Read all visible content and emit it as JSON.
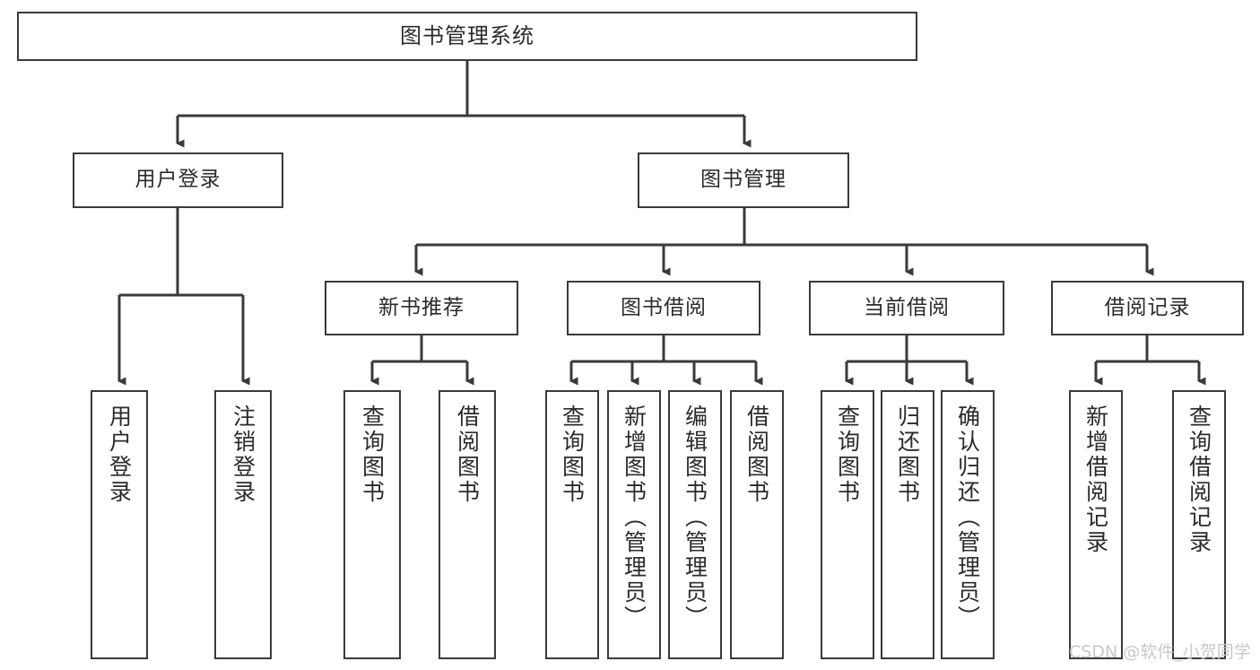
{
  "diagram": {
    "title": "图书管理系统",
    "type": "tree",
    "root": {
      "id": "root",
      "label": "图书管理系统"
    },
    "level1": [
      {
        "id": "user-login",
        "label": "用户登录"
      },
      {
        "id": "book-management",
        "label": "图书管理"
      }
    ],
    "level2": [
      {
        "id": "new-book-recommend",
        "label": "新书推荐",
        "parent": "book-management"
      },
      {
        "id": "book-borrow",
        "label": "图书借阅",
        "parent": "book-management"
      },
      {
        "id": "current-borrow",
        "label": "当前借阅",
        "parent": "book-management"
      },
      {
        "id": "borrow-record",
        "label": "借阅记录",
        "parent": "book-management"
      }
    ],
    "leaves": {
      "user_login": [
        {
          "id": "leaf-user-login",
          "label": "用户登录"
        },
        {
          "id": "leaf-logout",
          "label": "注销登录"
        }
      ],
      "new_book_recommend": [
        {
          "id": "leaf-query-book-1",
          "label": "查询图书"
        },
        {
          "id": "leaf-borrow-book-1",
          "label": "借阅图书"
        }
      ],
      "book_borrow": [
        {
          "id": "leaf-query-book-2",
          "label": "查询图书"
        },
        {
          "id": "leaf-add-book",
          "label": "新增图书（管理员）"
        },
        {
          "id": "leaf-edit-book",
          "label": "编辑图书（管理员）"
        },
        {
          "id": "leaf-borrow-book-2",
          "label": "借阅图书"
        }
      ],
      "current_borrow": [
        {
          "id": "leaf-query-book-3",
          "label": "查询图书"
        },
        {
          "id": "leaf-return-book",
          "label": "归还图书"
        },
        {
          "id": "leaf-confirm-return",
          "label": "确认归还（管理员）"
        }
      ],
      "borrow_record": [
        {
          "id": "leaf-add-record",
          "label": "新增借阅记录"
        },
        {
          "id": "leaf-query-record",
          "label": "查询借阅记录"
        }
      ]
    }
  },
  "watermark": {
    "text": "CSDN @软件_小贺同学"
  },
  "colors": {
    "box_border": "#3a3a3a",
    "box_fill": "#ffffff",
    "connector": "#3a3a3a",
    "text": "#2b2b2b",
    "watermark": "#c9c9c9",
    "background": "#ffffff"
  }
}
